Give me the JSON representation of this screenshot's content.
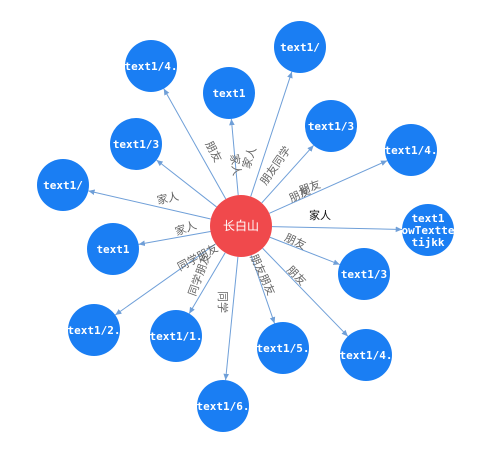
{
  "center": {
    "label": "长白山",
    "color": "#f0494c"
  },
  "node_color": "#1a7ef3",
  "edge_color": "#6f9fd8",
  "nodes": [
    {
      "label": "text1/4.",
      "relation": "朋友"
    },
    {
      "label": "text1/",
      "relation": "家人"
    },
    {
      "label": "text1",
      "relation": "家人"
    },
    {
      "label": "text1/3",
      "relation": "朋友"
    },
    {
      "label": "text1/4.",
      "relation": "朋友"
    },
    {
      "label": "text1/3",
      "relation": "朋友同学"
    },
    {
      "label": "text1/",
      "relation": "家人"
    },
    {
      "label": "text1 ",
      "relation": "家人"
    },
    {
      "label": "text1/3",
      "relation": "朋友"
    },
    {
      "label": "text1/2.",
      "relation": "同学朋友"
    },
    {
      "label": "text1/1.",
      "relation": "同学朋友"
    },
    {
      "label": "text1/5.",
      "relation": "朋友朋友"
    },
    {
      "label": "text1/4.",
      "relation": "朋友"
    },
    {
      "label": "text1/6.",
      "relation": "同学"
    }
  ],
  "wide_label": [
    "text1",
    "owTextte",
    "tijkk"
  ]
}
